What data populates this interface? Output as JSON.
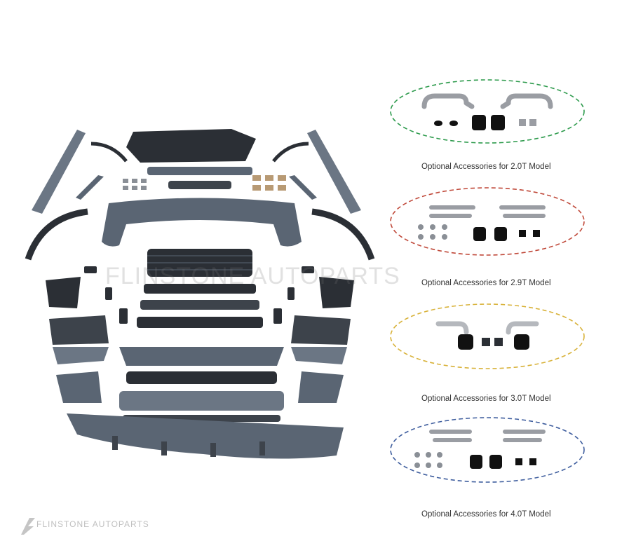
{
  "watermark": "FLINSTONE AUTOPARTS",
  "logo_text": "FLINSTONE AUTOPARTS",
  "accessories": [
    {
      "caption": "Optional Accessories for 2.0T Model",
      "color": "#2e9b4d"
    },
    {
      "caption": "Optional Accessories for 2.9T Model",
      "color": "#c0493a"
    },
    {
      "caption": "Optional Accessories for 3.0T Model",
      "color": "#d8b23a"
    },
    {
      "caption": "Optional Accessories for 4.0T Model",
      "color": "#3f5e9e"
    }
  ],
  "colors": {
    "part": "#5a6573",
    "part_dark": "#2b2f35",
    "metal": "#9a9da3",
    "tip": "#111111"
  }
}
